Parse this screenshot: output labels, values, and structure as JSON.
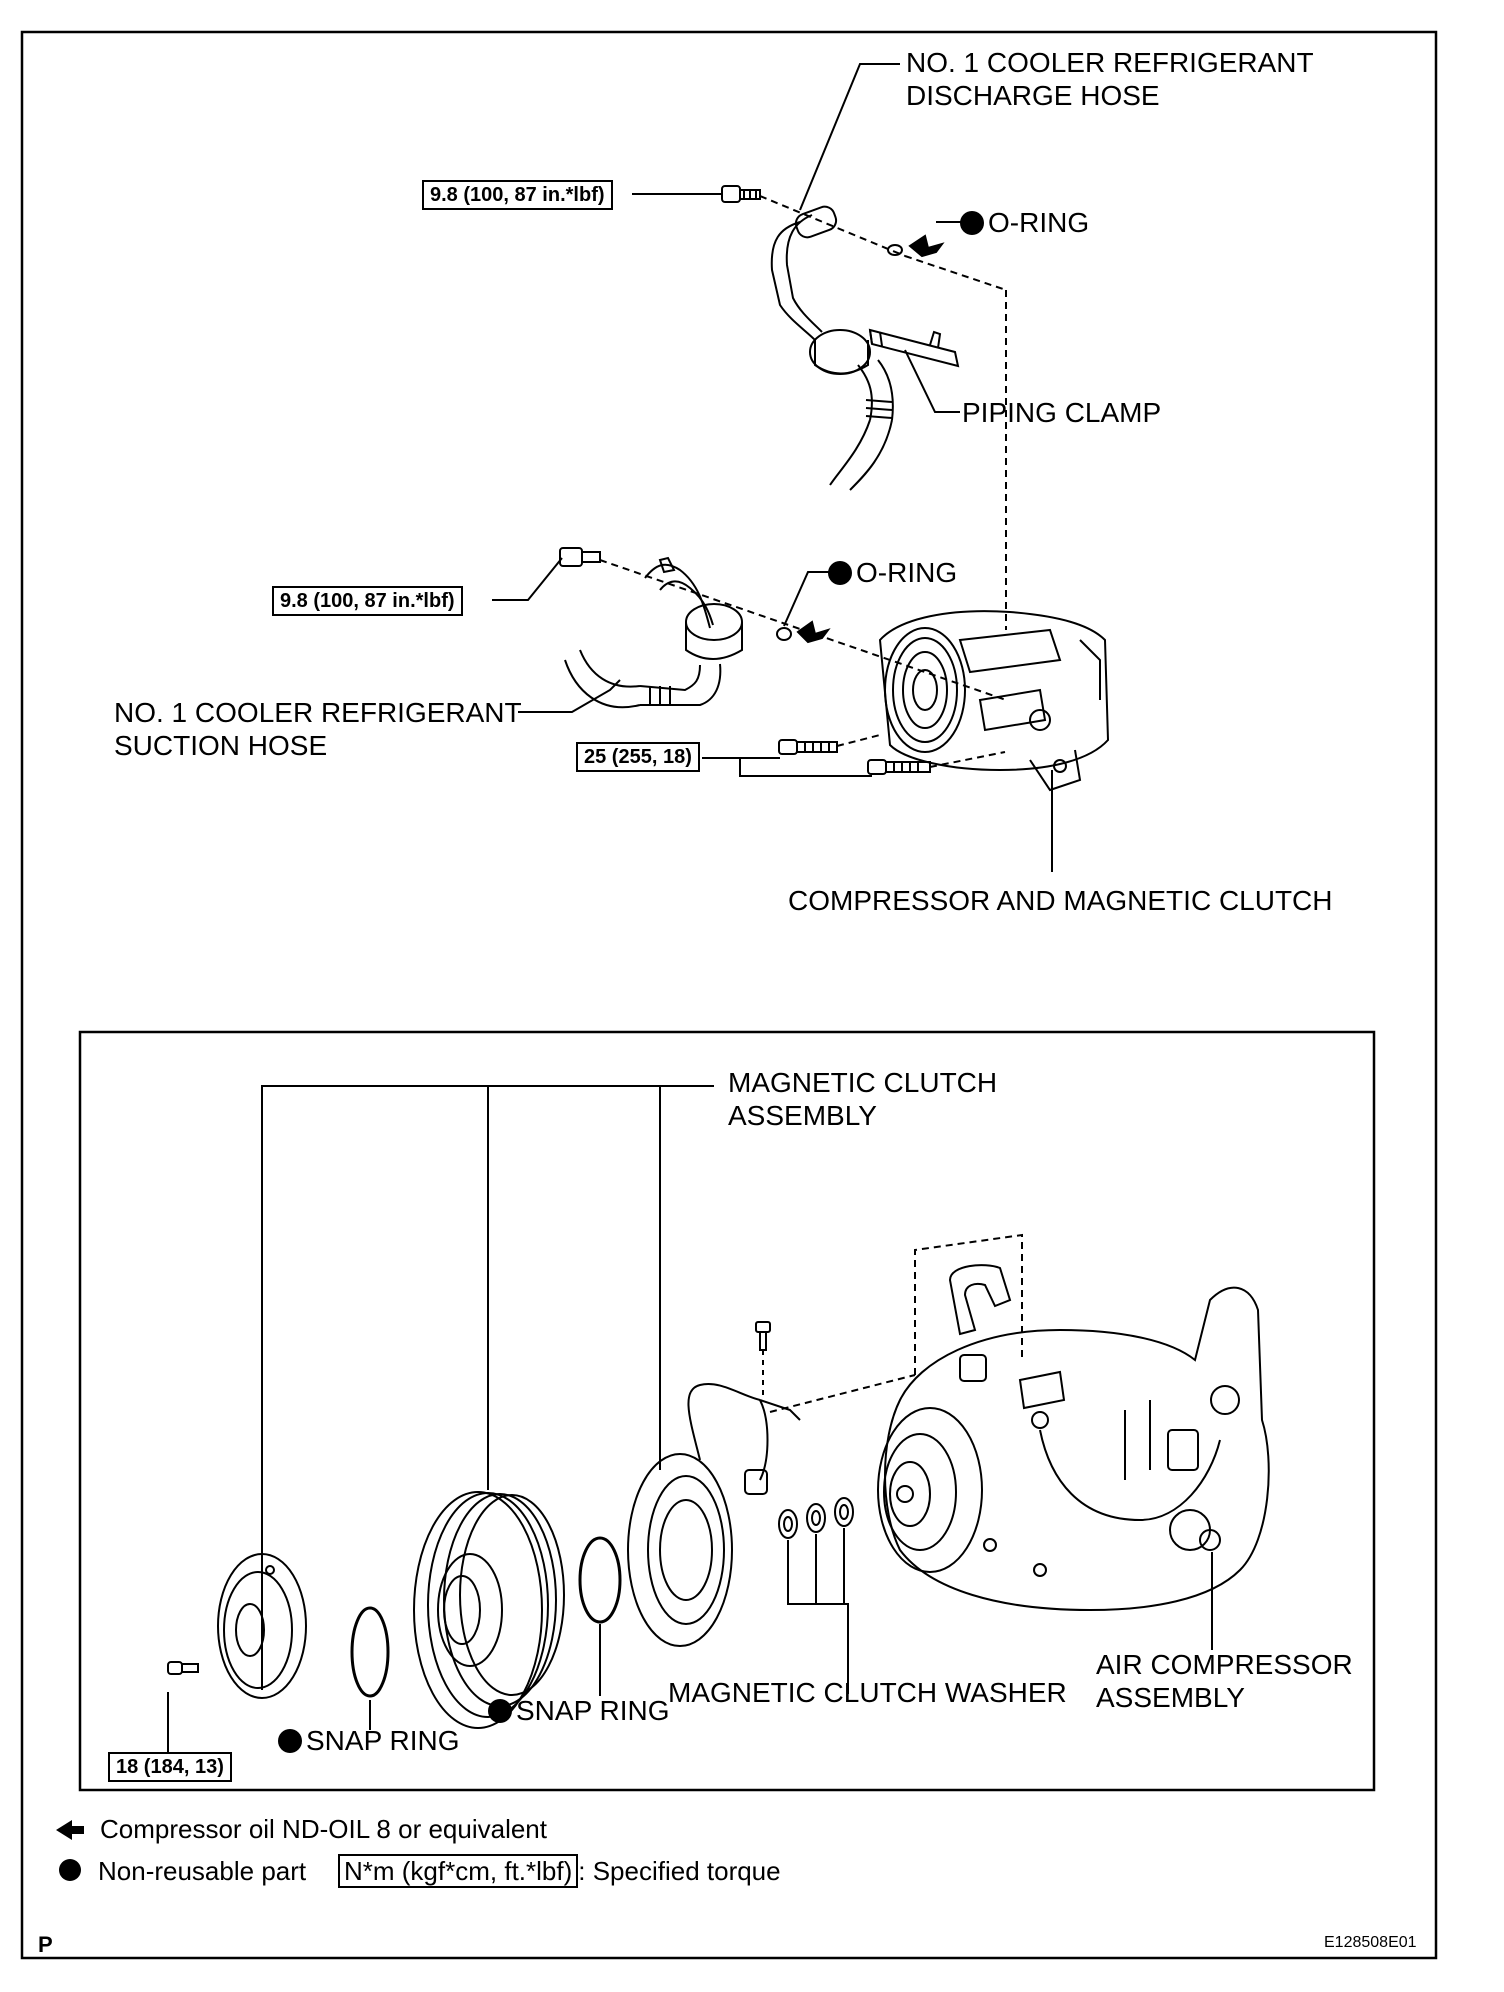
{
  "top_diagram": {
    "discharge_hose_label": [
      "NO. 1 COOLER REFRIGERANT",
      "DISCHARGE HOSE"
    ],
    "o_ring_upper": "O-RING",
    "piping_clamp": "PIPING CLAMP",
    "o_ring_lower": "O-RING",
    "suction_hose_label": [
      "NO. 1 COOLER REFRIGERANT",
      "SUCTION HOSE"
    ],
    "compressor_label": "COMPRESSOR AND MAGNETIC CLUTCH",
    "torque_discharge_bolt": "9.8 (100, 87 in.*lbf)",
    "torque_suction_bolt": "9.8 (100, 87 in.*lbf)",
    "torque_compressor_bolts": "25 (255, 18)"
  },
  "bottom_diagram": {
    "magnetic_clutch_assembly": [
      "MAGNETIC CLUTCH",
      "ASSEMBLY"
    ],
    "snap_ring_1": "SNAP RING",
    "snap_ring_2": "SNAP RING",
    "magnetic_clutch_washer": "MAGNETIC CLUTCH WASHER",
    "air_compressor_assembly": [
      "AIR COMPRESSOR",
      "ASSEMBLY"
    ],
    "torque_pressure_plate_bolt": "18 (184, 13)"
  },
  "legend": {
    "oil_text": "Compressor oil ND-OIL 8 or equivalent",
    "nonreusable_text": "Non-reusable part",
    "torque_box": "N*m (kgf*cm, ft.*lbf)",
    "torque_text": ": Specified torque"
  },
  "footer": {
    "page_letter": "P",
    "figure_code": "E128508E01"
  }
}
